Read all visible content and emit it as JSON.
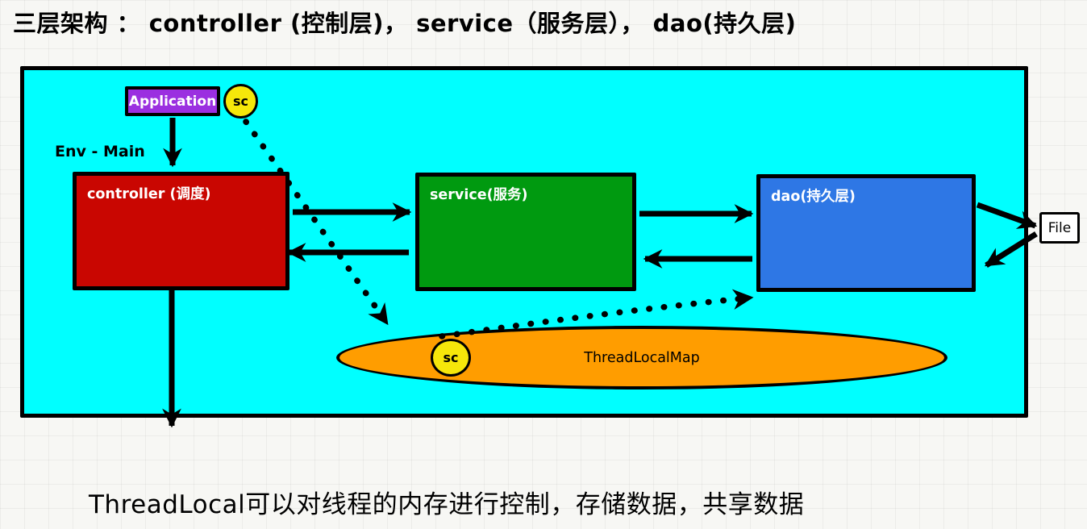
{
  "title": "三层架构 ： controller (控制层)， service（服务层）， dao(持久层)",
  "env": {
    "label": "Env - Main",
    "fill": "#00ffff"
  },
  "nodes": {
    "application": {
      "label": "Application",
      "fill": "#9b2fe0",
      "text_color": "#ffffff"
    },
    "sc_app": {
      "label": "sc",
      "fill": "#f6e70a",
      "text_color": "#000000"
    },
    "controller": {
      "label": "controller (调度)",
      "fill": "#c90601",
      "text_color": "#ffffff"
    },
    "service": {
      "label": "service(服务)",
      "fill": "#009a10",
      "text_color": "#ffffff"
    },
    "dao": {
      "label": "dao(持久层)",
      "fill": "#2e77e5",
      "text_color": "#ffffff"
    },
    "file": {
      "label": "File",
      "fill": "#ffffff",
      "text_color": "#000000"
    },
    "threadlocalmap": {
      "label": "ThreadLocalMap",
      "fill": "#ff9d00",
      "text_color": "#000000"
    },
    "sc_map": {
      "label": "sc",
      "fill": "#f6e70a",
      "text_color": "#000000"
    }
  },
  "edges": [
    {
      "from": "application",
      "to": "controller",
      "style": "solid"
    },
    {
      "from": "controller",
      "to": "service",
      "style": "solid"
    },
    {
      "from": "service",
      "to": "controller",
      "style": "solid"
    },
    {
      "from": "service",
      "to": "dao",
      "style": "solid"
    },
    {
      "from": "dao",
      "to": "service",
      "style": "solid"
    },
    {
      "from": "dao",
      "to": "file",
      "style": "solid"
    },
    {
      "from": "file",
      "to": "dao",
      "style": "solid"
    },
    {
      "from": "controller",
      "to": "outside-bottom",
      "style": "solid"
    },
    {
      "from": "sc_app",
      "to": "threadlocalmap",
      "style": "dotted"
    },
    {
      "from": "threadlocalmap",
      "to": "dao",
      "style": "dotted"
    }
  ],
  "footer": "ThreadLocal可以对线程的内存进行控制，存储数据，共享数据"
}
